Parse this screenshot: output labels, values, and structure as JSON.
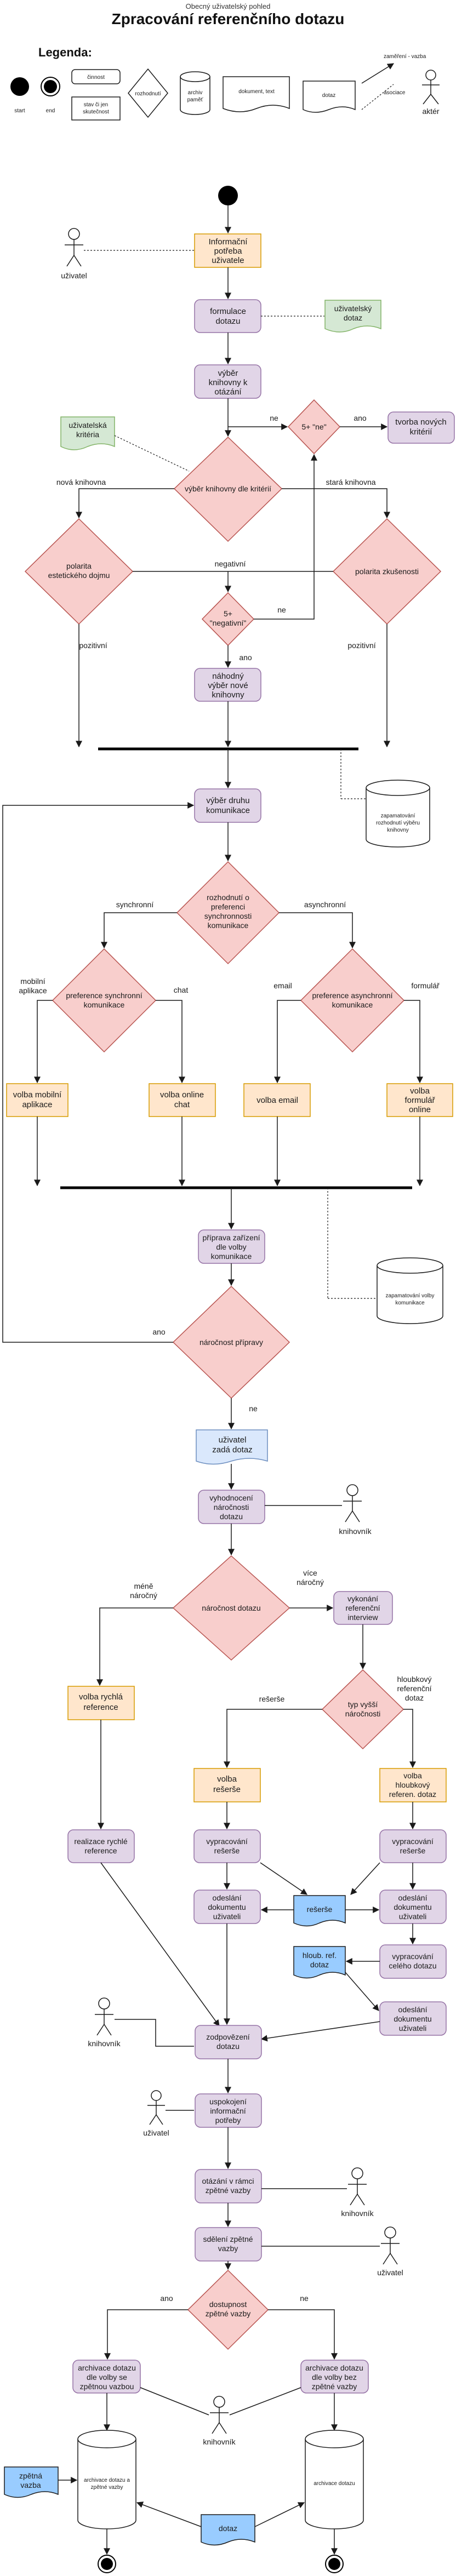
{
  "header": {
    "subtitle": "Obecný uživatelský pohled",
    "title": "Zpracování referenčního dotazu"
  },
  "legend": {
    "heading": "Legenda:",
    "start": "start",
    "end": "end",
    "activity": "činnost",
    "state": [
      "stav či jen",
      "skutečnost"
    ],
    "decision": "rozhodnutí",
    "storage": [
      "archiv",
      "paměť"
    ],
    "document": "dokument, text",
    "query": "dotaz",
    "sequence": [
      "zaměření - vazba",
      "asociace"
    ],
    "actor": "aktér"
  },
  "nodes": {
    "n_info": [
      "Informační",
      "potřeba",
      "uživatele"
    ],
    "n_actor_user1": "uživatel",
    "n_formul": [
      "formulace",
      "dotazu"
    ],
    "n_dotaz_u": [
      "uživatelský",
      "dotaz"
    ],
    "n_vyber_kn": [
      "výběr",
      "knihovny k",
      "otázání"
    ],
    "n_krit": [
      "uživatelská",
      "kritéria"
    ],
    "n_5ne": "5+ \"ne\"",
    "n_tvorba": [
      "tvorba nových",
      "kritérií"
    ],
    "n_vyber_dle": "výběr knihovny dle kritérií",
    "n_polar_est": [
      "polarita",
      "estetického dojmu"
    ],
    "n_polar_zk": "polarita zkušenosti",
    "n_5neg": [
      "5+",
      "\"negativní\""
    ],
    "n_nahod": [
      "náhodný",
      "výběr nové",
      "knihovny"
    ],
    "n_arch1": [
      "zapamatování",
      "rozhodnutí výběru",
      "knihovny"
    ],
    "n_druh": [
      "výběr druhu",
      "komunikace"
    ],
    "n_rozhod_pref": [
      "rozhodnutí o",
      "preferenci",
      "synchronnosti",
      "komunikace"
    ],
    "n_pref_sync": [
      "preference synchronní",
      "komunikace"
    ],
    "n_pref_async": [
      "preference asynchronní",
      "komunikace"
    ],
    "n_mobil": [
      "volba mobilní",
      "aplikace"
    ],
    "n_chat": [
      "volba online",
      "chat"
    ],
    "n_email": "volba email",
    "n_form": [
      "volba",
      "formulář",
      "online"
    ],
    "n_priprava": [
      "příprava zařízení",
      "dle volby",
      "komunikace"
    ],
    "n_arch2": [
      "zapamatování volby",
      "komunikace"
    ],
    "n_narocnost": "náročnost přípravy",
    "n_zada": [
      "uživatel",
      "zadá dotaz"
    ],
    "n_vyhod": [
      "vyhodnocení",
      "náročnosti",
      "dotazu"
    ],
    "n_actor_lib1": "knihovník",
    "n_naroc_dot": "náročnost dotazu",
    "n_interview": [
      "vykonání",
      "referenční",
      "interview"
    ],
    "n_rychla": [
      "volba rychlá",
      "reference"
    ],
    "n_typ": [
      "typ vyšší",
      "náročnosti"
    ],
    "n_volba_res": [
      "volba",
      "rešerše"
    ],
    "n_volba_hloub": [
      "volba",
      "hloubkový",
      "referen. dotaz"
    ],
    "n_real_rych": [
      "realizace rychlé",
      "reference"
    ],
    "n_zprac_res": [
      "vypracování",
      "rešerše"
    ],
    "n_zprac_res2": [
      "vypracování",
      "rešerše"
    ],
    "n_odesl1": [
      "odeslání",
      "dokumentu",
      "uživateli"
    ],
    "n_doc_res": "rešerše",
    "n_odesl2": [
      "odeslání",
      "dokumentu",
      "uživateli"
    ],
    "n_doc_hloub": [
      "hloub. ref.",
      "dotaz"
    ],
    "n_zprac_cel": [
      "vypracování",
      "celého dotazu"
    ],
    "n_odesl3": [
      "odeslání",
      "dokumentu",
      "uživateli"
    ],
    "n_actor_lib2": "knihovník",
    "n_zodpov": [
      "zodpovězení",
      "dotazu"
    ],
    "n_actor_user2": "uživatel",
    "n_uspokoj": [
      "uspokojení",
      "informační",
      "potřeby"
    ],
    "n_otazani": [
      "otázání v rámci",
      "zpětné vazby"
    ],
    "n_actor_lib3": "knihovník",
    "n_sdeleni": [
      "sdělení zpětné",
      "vazby"
    ],
    "n_actor_user3": "uživatel",
    "n_dostup": [
      "dostupnost",
      "zpětné vazby"
    ],
    "n_arch_se": [
      "archivace dotazu",
      "dle volby se",
      "zpětnou vazbou"
    ],
    "n_arch_bez": [
      "archivace dotazu",
      "dle volby bez",
      "zpětné vazby"
    ],
    "n_actor_lib4": "knihovník",
    "n_doc_zpet": [
      "zpětná",
      "vazba"
    ],
    "n_store_a": [
      "archivace dotazu a",
      "zpětné vazby"
    ],
    "n_store_b": "archivace dotazu",
    "n_doc_dotaz": "dotaz"
  },
  "edge_labels": {
    "ne1": "ne",
    "ano1": "ano",
    "nova": "nová knihovna",
    "stara": "stará knihovna",
    "negativni": "negativní",
    "ne2": "ne",
    "ano2": "ano",
    "poz1": "pozitivní",
    "poz2": "pozitivní",
    "sync": "synchronní",
    "async": "asynchronní",
    "mobil": [
      "mobilní",
      "aplikace"
    ],
    "chat": "chat",
    "email": "email",
    "form": "formulář",
    "ano3": "ano",
    "ne3": "ne",
    "mene": [
      "méně",
      "náročný"
    ],
    "vice": [
      "více",
      "náročný"
    ],
    "reserse": "rešerše",
    "hloub": [
      "hloubkový",
      "referenční",
      "dotaz"
    ],
    "ano4": "ano",
    "ne4": "ne"
  }
}
